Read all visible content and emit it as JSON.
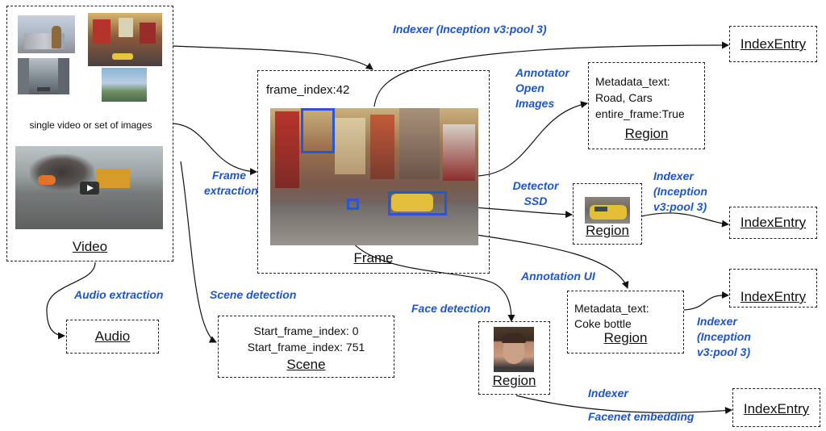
{
  "boxes": {
    "video": {
      "title": "Video",
      "caption": "single video or set of images"
    },
    "audio": {
      "title": "Audio"
    },
    "scene": {
      "title": "Scene",
      "line1": "Start_frame_index: 0",
      "line2": "Start_frame_index: 751"
    },
    "frame": {
      "title": "Frame",
      "label": "frame_index:42"
    },
    "region_metadata": {
      "title": "Region",
      "line1": "Metadata_text:",
      "line2": "Road, Cars",
      "line3": "entire_frame:True"
    },
    "region_car": {
      "title": "Region"
    },
    "region_coke": {
      "title": "Region",
      "line1": "Metadata_text:",
      "line2": "Coke bottle"
    },
    "region_face": {
      "title": "Region"
    },
    "index_entry_top": {
      "title": "IndexEntry"
    },
    "index_entry_car": {
      "title": "IndexEntry"
    },
    "index_entry_coke": {
      "title": "IndexEntry"
    },
    "index_entry_face": {
      "title": "IndexEntry"
    }
  },
  "edge_labels": {
    "indexer_top": "Indexer (Inception v3:pool 3)",
    "annotator": [
      "Annotator",
      "Open",
      "Images"
    ],
    "frame_extraction": [
      "Frame",
      "extraction"
    ],
    "detector": [
      "Detector",
      "SSD"
    ],
    "indexer_car": [
      "Indexer",
      "(Inception",
      "v3:pool 3)"
    ],
    "annotation_ui": "Annotation UI",
    "indexer_coke": [
      "Indexer",
      "(Inception",
      "v3:pool 3)"
    ],
    "audio_extraction": "Audio extraction",
    "scene_detection": "Scene detection",
    "face_detection": "Face detection",
    "indexer_face": "Indexer",
    "facenet": "Facenet embedding"
  },
  "colors": {
    "label_blue": "#1f56c6",
    "bbox_blue": "#2a56d4",
    "line": "#111111"
  }
}
